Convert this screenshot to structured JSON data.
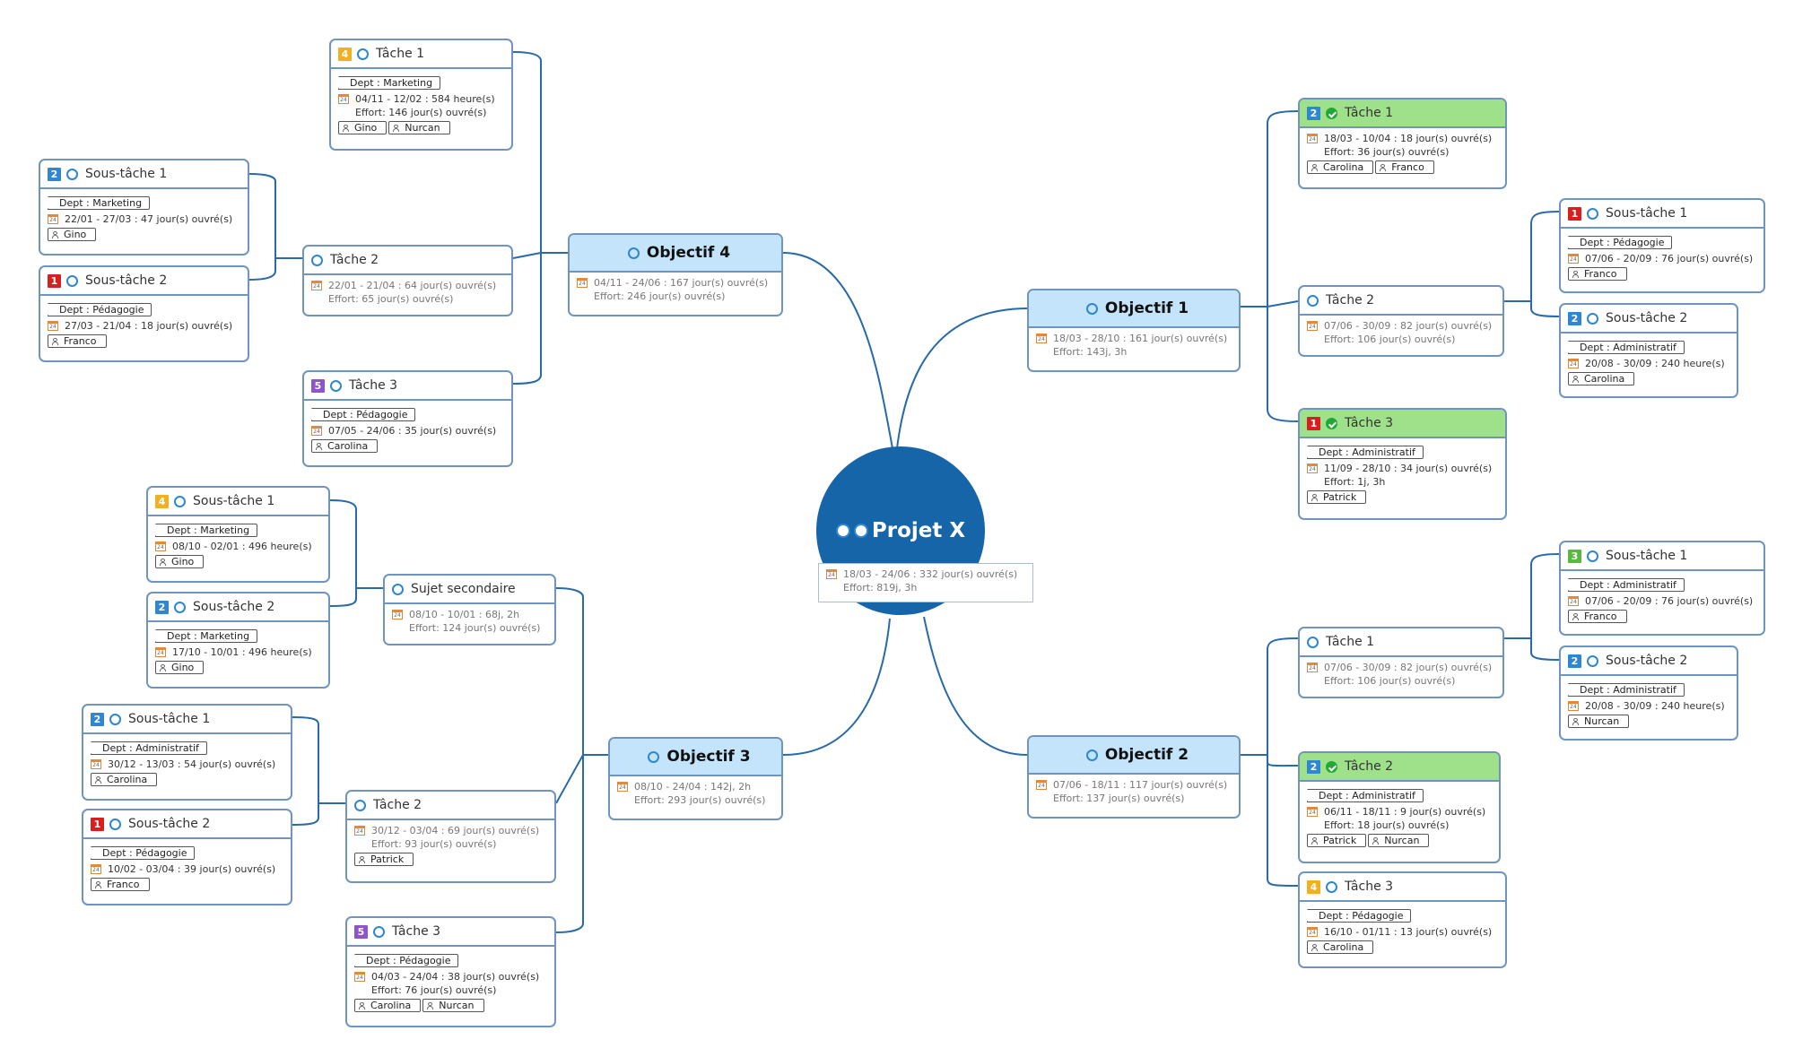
{
  "root": {
    "title": "Projet X",
    "dates": "18/03 - 24/06 : 332 jour(s) ouvré(s)",
    "effort": "Effort: 819j, 3h"
  },
  "obj1": {
    "title": "Objectif 1",
    "dates": "18/03 - 28/10 : 161 jour(s) ouvré(s)",
    "effort": "Effort: 143j, 3h"
  },
  "obj2": {
    "title": "Objectif 2",
    "dates": "07/06 - 18/11 : 117 jour(s) ouvré(s)",
    "effort": "Effort: 137 jour(s) ouvré(s)"
  },
  "obj3": {
    "title": "Objectif 3",
    "dates": "08/10 - 24/04 : 142j, 2h",
    "effort": "Effort: 293 jour(s) ouvré(s)"
  },
  "obj4": {
    "title": "Objectif 4",
    "dates": "04/11 - 24/06 : 167 jour(s) ouvré(s)",
    "effort": "Effort: 246 jour(s) ouvré(s)"
  },
  "o1t1": {
    "badge": "2",
    "title": "Tâche 1",
    "dates": "18/03 - 10/04 : 18 jour(s) ouvré(s)",
    "effort": "Effort: 36 jour(s) ouvré(s)",
    "people": [
      "Carolina",
      "Franco"
    ]
  },
  "o1t2": {
    "title": "Tâche 2",
    "dates": "07/06 - 30/09 : 82 jour(s) ouvré(s)",
    "effort": "Effort: 106 jour(s) ouvré(s)"
  },
  "o1t2s1": {
    "badge": "1",
    "title": "Sous-tâche 1",
    "dept": "Dept : Pédagogie",
    "dates": "07/06 - 20/09 : 76 jour(s) ouvré(s)",
    "people": [
      "Franco"
    ]
  },
  "o1t2s2": {
    "badge": "2",
    "title": "Sous-tâche 2",
    "dept": "Dept : Administratif",
    "dates": "20/08 - 30/09 : 240 heure(s)",
    "people": [
      "Carolina"
    ]
  },
  "o1t3": {
    "badge": "1",
    "title": "Tâche 3",
    "dept": "Dept : Administratif",
    "dates": "11/09 - 28/10 : 34 jour(s) ouvré(s)",
    "effort": "Effort: 1j, 3h",
    "people": [
      "Patrick"
    ]
  },
  "o2t1": {
    "title": "Tâche 1",
    "dates": "07/06 - 30/09 : 82 jour(s) ouvré(s)",
    "effort": "Effort: 106 jour(s) ouvré(s)"
  },
  "o2t1s1": {
    "badge": "3",
    "title": "Sous-tâche 1",
    "dept": "Dept : Administratif",
    "dates": "07/06 - 20/09 : 76 jour(s) ouvré(s)",
    "people": [
      "Franco"
    ]
  },
  "o2t1s2": {
    "badge": "2",
    "title": "Sous-tâche 2",
    "dept": "Dept : Administratif",
    "dates": "20/08 - 30/09 : 240 heure(s)",
    "people": [
      "Nurcan"
    ]
  },
  "o2t2": {
    "badge": "2",
    "title": "Tâche 2",
    "dept": "Dept : Administratif",
    "dates": "06/11 - 18/11 : 9 jour(s) ouvré(s)",
    "effort": "Effort: 18 jour(s) ouvré(s)",
    "people": [
      "Patrick",
      "Nurcan"
    ]
  },
  "o2t3": {
    "badge": "4",
    "title": "Tâche 3",
    "dept": "Dept : Pédagogie",
    "dates": "16/10 - 01/11 : 13 jour(s) ouvré(s)",
    "people": [
      "Carolina"
    ]
  },
  "o4t1": {
    "badge": "4",
    "title": "Tâche 1",
    "dept": "Dept : Marketing",
    "dates": "04/11 - 12/02 : 584 heure(s)",
    "effort": "Effort: 146 jour(s) ouvré(s)",
    "people": [
      "Gino",
      "Nurcan"
    ]
  },
  "o4t2": {
    "title": "Tâche 2",
    "dates": "22/01 - 21/04 : 64 jour(s) ouvré(s)",
    "effort": "Effort: 65 jour(s) ouvré(s)"
  },
  "o4t2s1": {
    "badge": "2",
    "title": "Sous-tâche 1",
    "dept": "Dept : Marketing",
    "dates": "22/01 - 27/03 : 47 jour(s) ouvré(s)",
    "people": [
      "Gino"
    ]
  },
  "o4t2s2": {
    "badge": "1",
    "title": "Sous-tâche 2",
    "dept": "Dept : Pédagogie",
    "dates": "27/03 - 21/04 : 18 jour(s) ouvré(s)",
    "people": [
      "Franco"
    ]
  },
  "o4t3": {
    "badge": "5",
    "title": "Tâche 3",
    "dept": "Dept : Pédagogie",
    "dates": "07/05 - 24/06 : 35 jour(s) ouvré(s)",
    "people": [
      "Carolina"
    ]
  },
  "o3sub": {
    "title": "Sujet secondaire",
    "dates": "08/10 - 10/01 : 68j, 2h",
    "effort": "Effort: 124 jour(s) ouvré(s)"
  },
  "o3sub1": {
    "badge": "4",
    "title": "Sous-tâche 1",
    "dept": "Dept : Marketing",
    "dates": "08/10 - 02/01 : 496 heure(s)",
    "people": [
      "Gino"
    ]
  },
  "o3sub2": {
    "badge": "2",
    "title": "Sous-tâche 2",
    "dept": "Dept : Marketing",
    "dates": "17/10 - 10/01 : 496 heure(s)",
    "people": [
      "Gino"
    ]
  },
  "o3t2": {
    "title": "Tâche 2",
    "dates": "30/12 - 03/04 : 69 jour(s) ouvré(s)",
    "effort": "Effort: 93 jour(s) ouvré(s)",
    "people": [
      "Patrick"
    ]
  },
  "o3t2s1": {
    "badge": "2",
    "title": "Sous-tâche 1",
    "dept": "Dept : Administratif",
    "dates": "30/12 - 13/03 : 54 jour(s) ouvré(s)",
    "people": [
      "Carolina"
    ]
  },
  "o3t2s2": {
    "badge": "1",
    "title": "Sous-tâche 2",
    "dept": "Dept : Pédagogie",
    "dates": "10/02 - 03/04 : 39 jour(s) ouvré(s)",
    "people": [
      "Franco"
    ]
  },
  "o3t3": {
    "badge": "5",
    "title": "Tâche 3",
    "dept": "Dept : Pédagogie",
    "dates": "04/03 - 24/04 : 38 jour(s) ouvré(s)",
    "effort": "Effort: 76 jour(s) ouvré(s)",
    "people": [
      "Carolina",
      "Nurcan"
    ]
  },
  "calendar_icon_text": "24",
  "colors": {
    "badge1": "#d81e1e",
    "badge2": "#2f86d2",
    "badge3": "#58b83f",
    "badge4": "#f2b01e",
    "badge5": "#8e54c9",
    "link": "#2a6aa8",
    "root": "#1565a8",
    "objective": "#c3e4fb",
    "done": "#9fe08a"
  }
}
